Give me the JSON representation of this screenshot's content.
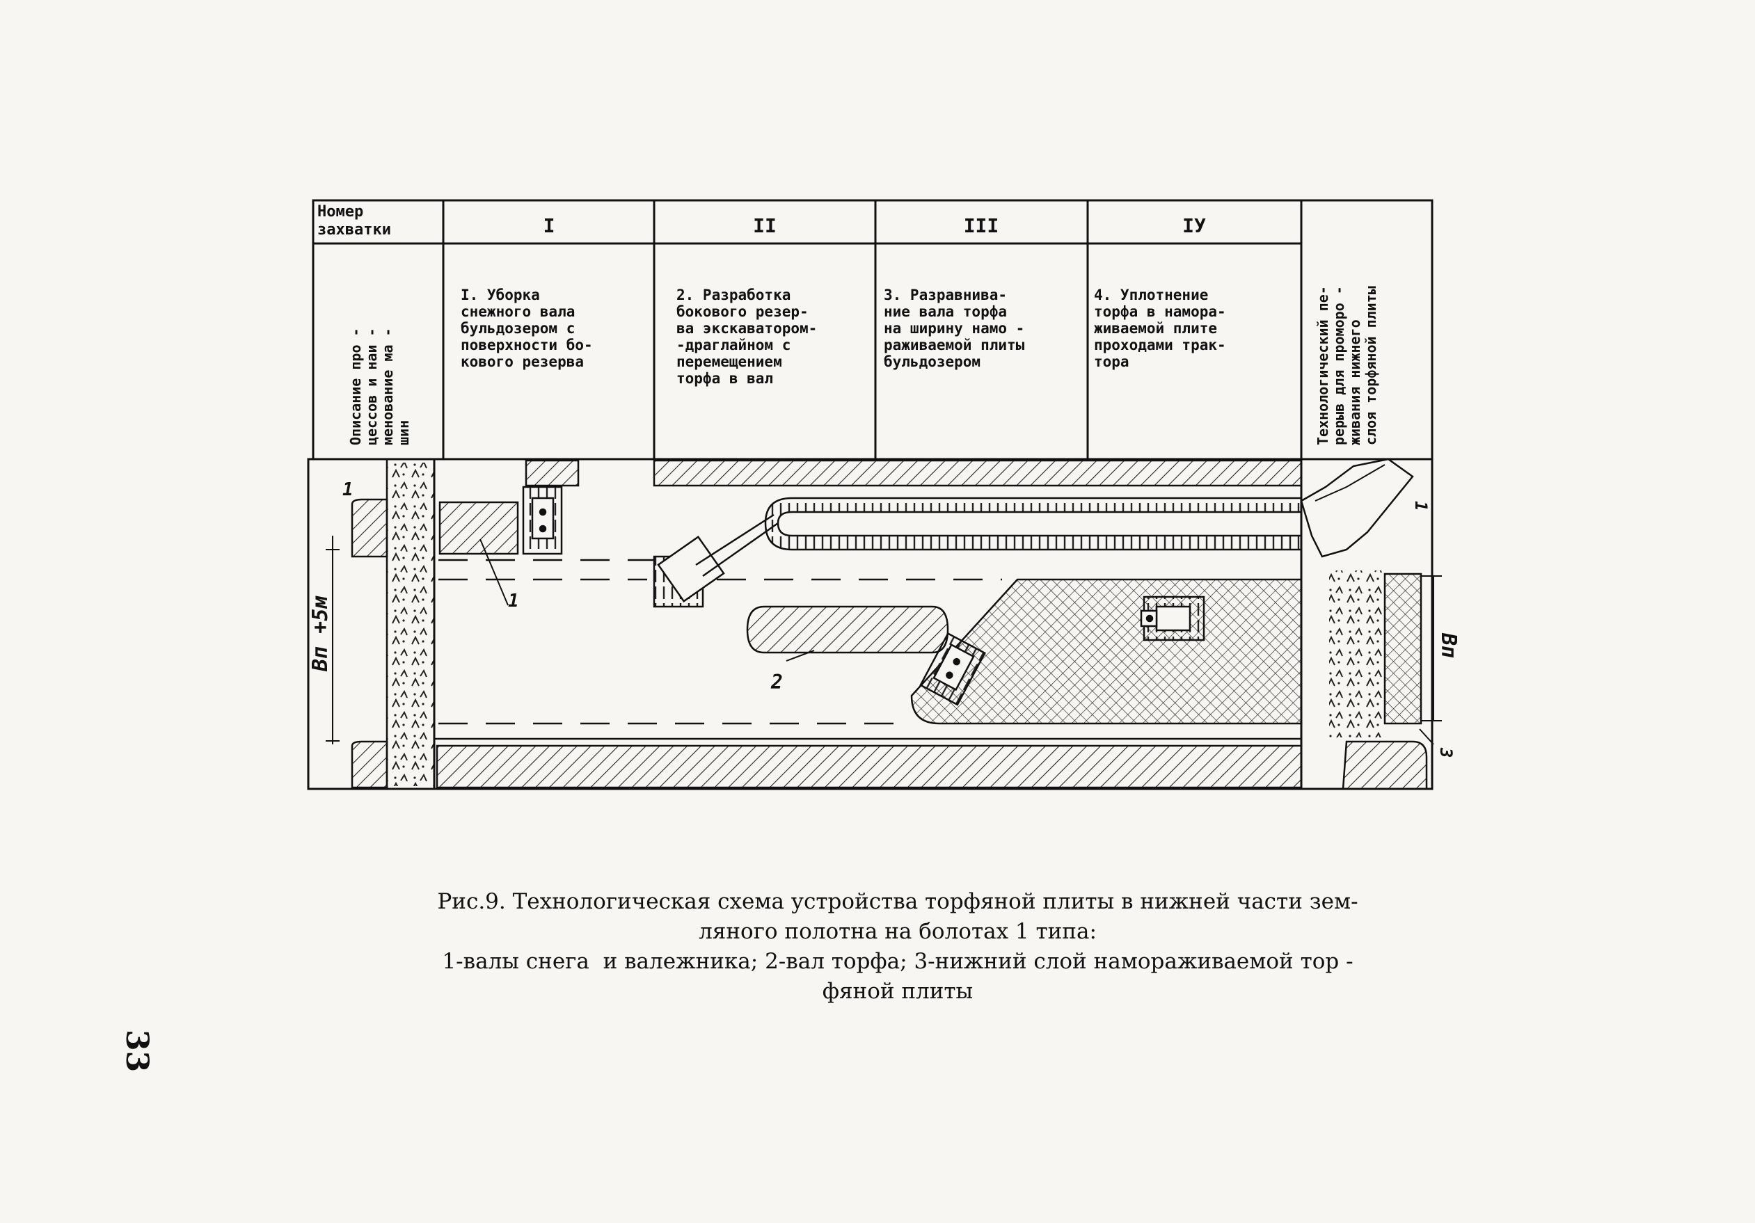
{
  "header": {
    "row_label": "Номер\nзахватки",
    "col_labels": [
      "I",
      "II",
      "III",
      "IУ"
    ],
    "side_label": "Описание про -\nцессов и наи -\nменование ма -\nшин",
    "right_label": "Технологический пе-\nрерыв для проморо -\nживания нижнего\nслоя торфяной плиты"
  },
  "processes": [
    "I. Уборка\nснежного вала\nбульдозером с\nповерхности бо-\nкового резерва",
    "2. Разработка\nбокового резер-\nва экскаватором-\n-драглайном с\nперемещением\nторфа в вал",
    "3. Разравнива-\nние вала торфа\nна ширину намо -\nраживаемой плиты\nбульдозером",
    "4. Уплотнение\nторфа в намора-\nживаемой плите\nпроходами трак-\nтора"
  ],
  "diagram_labels": {
    "dimension_left": "Вп +5м",
    "dimension_right": "Вп",
    "callout_1": "1",
    "callout_2": "2",
    "callout_3": "3"
  },
  "caption": {
    "line1": "Рис.9. Технологическая схема устройства торфяной плиты в нижней части зем-",
    "line2": "ляного полотна на болотах 1 типа:",
    "line3": "1-валы снега  и валежника; 2-вал торфа; 3-нижний слой намораживаемой тор -",
    "line4": "фяной плиты"
  },
  "page_number": "33"
}
